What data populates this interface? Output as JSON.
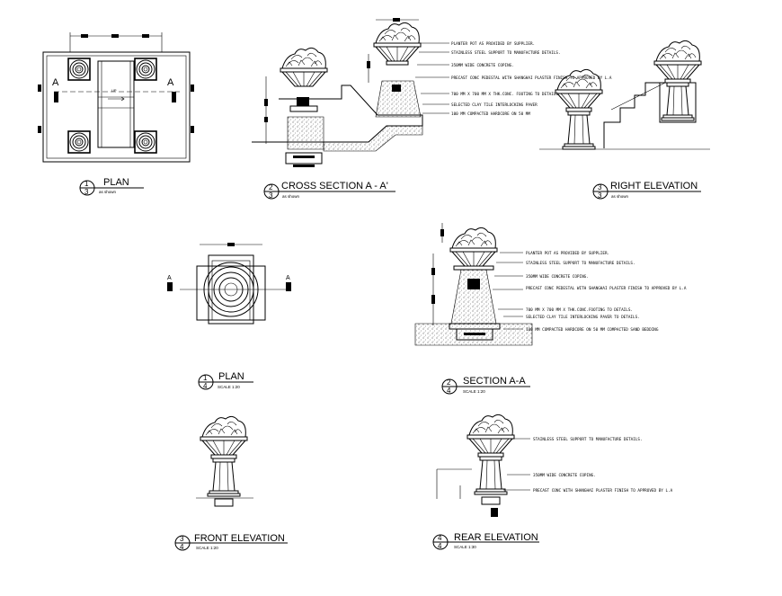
{
  "drawings": {
    "plan_top": {
      "number": "1",
      "sheet": "3",
      "title": "PLAN",
      "scale": "as shown",
      "section_mark_left": "A",
      "section_mark_right": "A",
      "up_label": "UP"
    },
    "cross_section": {
      "number": "2",
      "sheet": "3",
      "title": "CROSS SECTION A - A'",
      "scale": "as shown",
      "notes": [
        "PLANTER POT AS PROVIDED BY SUPPLIER.",
        "STAINLESS STEEL SUPPORT TO MANUFACTURE DETAILS.",
        "350MM WIDE CONCRETE COPING.",
        "PRECAST CONC PEDESTAL WITH SHANGHAI PLASTER FINISH TO APPROVED BY L.A",
        "700 MM X 700 MM X THK.CONC. FOOTING TO DETAILS",
        "SELECTED CLAY TILE INTERLOCKING PAVER",
        "100 MM COMPACTED HARDCORE ON 50 MM"
      ]
    },
    "right_elevation": {
      "number": "3",
      "sheet": "3",
      "title": "RIGHT ELEVATION",
      "scale": "as shown"
    },
    "plan_mid": {
      "number": "1",
      "sheet": "4",
      "title": "PLAN",
      "scale": "SCALE 1:20",
      "section_mark_left": "A",
      "section_mark_right": "A"
    },
    "section_aa": {
      "number": "2",
      "sheet": "4",
      "title": "SECTION A-A",
      "scale": "SCALE 1:20",
      "notes": [
        "PLANTER POT AS PROVIDED BY SUPPLIER.",
        "STAINLESS STEEL SUPPORT TO MANUFACTURE DETAILS.",
        "350MM WIDE CONCRETE COPING.",
        "PRECAST CONC PEDESTAL WITH SHANGHAI PLASTER FINISH TO APPROVED BY L.A",
        "700 MM X 700 MM X THK.CONC.FOOTING TO DETAILS.",
        "SELECTED CLAY TILE INTERLOCKING PAVER TO DETAILS.",
        "100 MM COMPACTED HARDCORE ON 50 MM COMPACTED SAND BEDDING"
      ]
    },
    "front_elevation": {
      "number": "3",
      "sheet": "4",
      "title": "FRONT ELEVATION",
      "scale": "SCALE 1:20"
    },
    "rear_elevation": {
      "number": "4",
      "sheet": "4",
      "title": "REAR ELEVATION",
      "scale": "SCALE 1:30",
      "notes": [
        "STAINLESS STEEL SUPPORT TO MANUFACTURE DETAILS.",
        "350MM WIDE CONCRETE COPING.",
        "PRECAST CONC WITH SHANGHAI PLASTER FINISH TO APPROVED BY L.A"
      ]
    }
  },
  "colors": {
    "ink": "#000000",
    "paper": "#ffffff"
  }
}
